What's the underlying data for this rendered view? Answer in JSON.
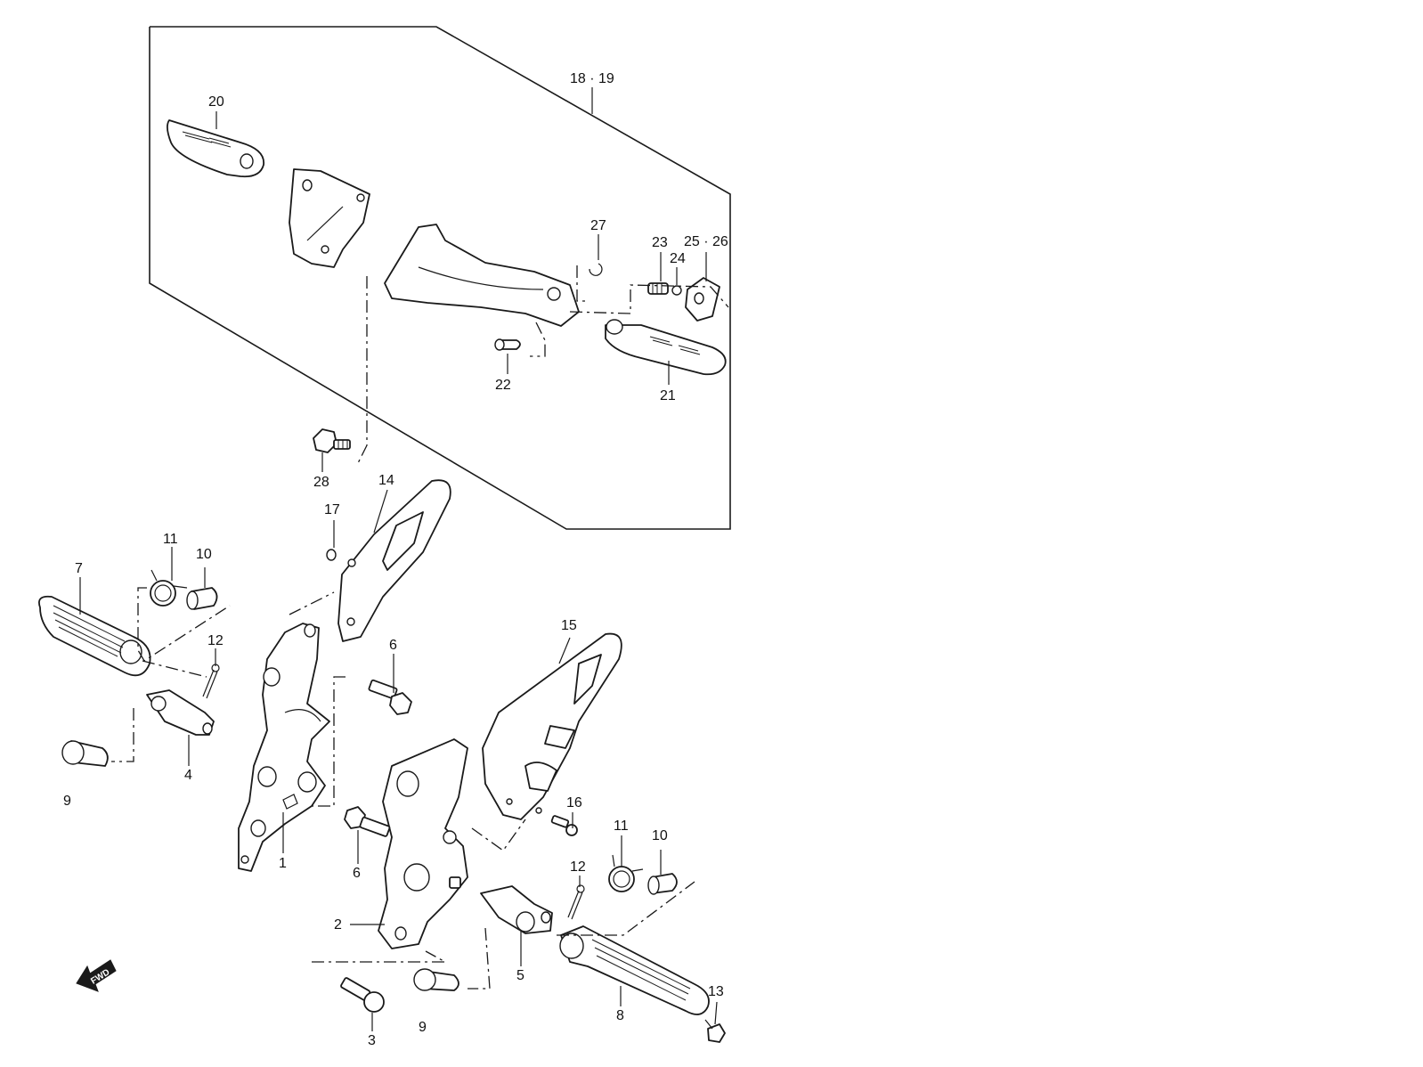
{
  "labels": {
    "p1": "1",
    "p2": "2",
    "p3": "3",
    "p4": "4",
    "p5": "5",
    "p6a": "6",
    "p6b": "6",
    "p7": "7",
    "p8": "8",
    "p9a": "9",
    "p9b": "9",
    "p10a": "10",
    "p10b": "10",
    "p11a": "11",
    "p11b": "11",
    "p12a": "12",
    "p12b": "12",
    "p13": "13",
    "p14": "14",
    "p15": "15",
    "p16": "16",
    "p17": "17",
    "p18_19": "18 · 19",
    "p20": "20",
    "p21": "21",
    "p22": "22",
    "p23": "23",
    "p24": "24",
    "p25_26": "25 · 26",
    "p27": "27",
    "p28": "28"
  },
  "fwd_arrow": {
    "text": "FWD",
    "icon": "fwd-arrow-icon"
  }
}
